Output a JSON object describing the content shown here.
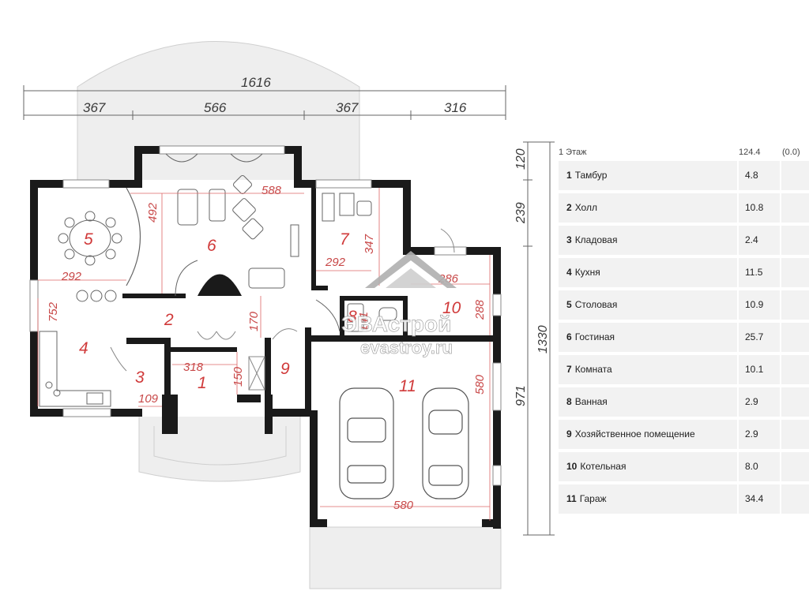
{
  "top_dimensions": {
    "total": "1616",
    "segments": [
      "367",
      "566",
      "367",
      "316"
    ]
  },
  "side_dimensions": {
    "segments": [
      "120",
      "239",
      "971"
    ],
    "total": "1330"
  },
  "rooms": [
    {
      "number": "1"
    },
    {
      "number": "2"
    },
    {
      "number": "3"
    },
    {
      "number": "4"
    },
    {
      "number": "5"
    },
    {
      "number": "6"
    },
    {
      "number": "7"
    },
    {
      "number": "8"
    },
    {
      "number": "9"
    },
    {
      "number": "10"
    },
    {
      "number": "11"
    }
  ],
  "room_dimensions": [
    "292",
    "492",
    "588",
    "292",
    "347",
    "752",
    "318",
    "150",
    "170",
    "109",
    "286",
    "288",
    "580",
    "580",
    "141"
  ],
  "watermark": {
    "brand": "ЭВАстрой",
    "url": "evastroy.ru"
  },
  "legend": {
    "header": {
      "floor": "1 Этаж",
      "total": "124.4",
      "extra": "(0.0)"
    },
    "rows": [
      {
        "num": "1",
        "name": "Тамбур",
        "area": "4.8"
      },
      {
        "num": "2",
        "name": "Холл",
        "area": "10.8"
      },
      {
        "num": "3",
        "name": "Кладовая",
        "area": "2.4"
      },
      {
        "num": "4",
        "name": "Кухня",
        "area": "11.5"
      },
      {
        "num": "5",
        "name": "Столовая",
        "area": "10.9"
      },
      {
        "num": "6",
        "name": "Гостиная",
        "area": "25.7"
      },
      {
        "num": "7",
        "name": "Комната",
        "area": "10.1"
      },
      {
        "num": "8",
        "name": "Ванная",
        "area": "2.9"
      },
      {
        "num": "9",
        "name": "Хозяйственное помещение",
        "area": "2.9"
      },
      {
        "num": "10",
        "name": "Котельная",
        "area": "8.0"
      },
      {
        "num": "11",
        "name": "Гараж",
        "area": "34.4"
      }
    ]
  },
  "colors": {
    "wall": "#1a1a1a",
    "terrace": "#eeeeee",
    "room_label": "#d03a3a",
    "dimension": "#3a3a3a"
  }
}
